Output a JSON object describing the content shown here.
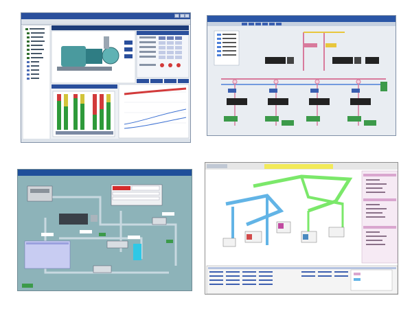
{
  "screens": [
    {
      "id": "pump-monitor",
      "window_title": "",
      "header_text": "",
      "colors": {
        "titlebar": "#2a4f9c",
        "trend_red": "#d23a3a",
        "trend_blue": "#3a6fd2",
        "header": "#1d3d7a"
      }
    },
    {
      "id": "chiller-network",
      "window_title": "",
      "colors": {
        "titlebar": "#2a56a6",
        "pipe_pink": "#d87a9c",
        "pipe_blue": "#4a7ed8",
        "node_green": "#3c9a4a"
      }
    },
    {
      "id": "plant-schematic",
      "window_title": "",
      "colors": {
        "background": "#8db3b9",
        "titlebar": "#1f4f9a",
        "alarm_red": "#d42b2b",
        "pipe": "#c8d8e0"
      }
    },
    {
      "id": "3d-ductwork",
      "window_title": "",
      "colors": {
        "header_yellow": "#f2ea5a",
        "duct_green": "#7be86a",
        "duct_blue": "#62b4e6",
        "side_pink": "#f2c8e8"
      }
    }
  ]
}
